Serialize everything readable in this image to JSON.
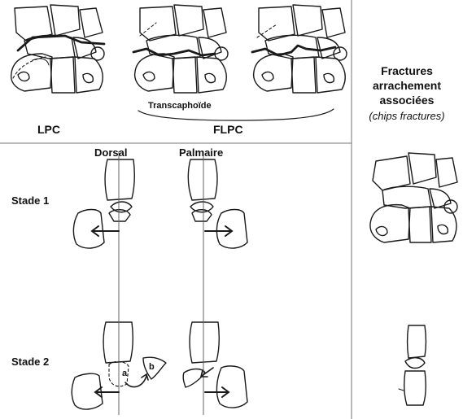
{
  "labels": {
    "transcaphoide": "Transcaphoïde",
    "lpc": "LPC",
    "flpc": "FLPC",
    "dorsal": "Dorsal",
    "palmaire": "Palmaire",
    "stade1": "Stade 1",
    "stade2": "Stade 2",
    "side_title_1": "Fractures",
    "side_title_2": "arrachement",
    "side_title_3": "associées",
    "side_subtitle": "(chips fractures)",
    "arrow_a": "a",
    "arrow_b": "b"
  },
  "colors": {
    "line": "#1a1a1a",
    "bone_fill": "#ffffff",
    "divider": "#777777"
  }
}
